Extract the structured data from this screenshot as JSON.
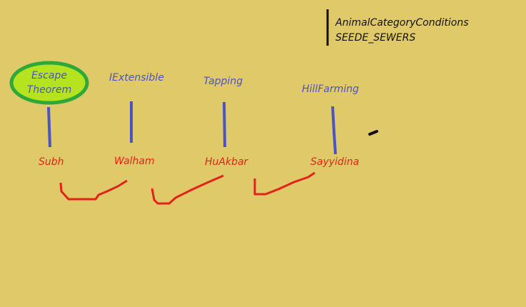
{
  "legend": {
    "line1": "AnimalCategoryConditions",
    "line2": "SEEDE_SEWERS"
  },
  "top_nodes": {
    "escape_line1": "Escape",
    "escape_line2": "Theorem",
    "iextensible": "IExtensible",
    "tapping": "Tapping",
    "hillfarming": "HillFarming"
  },
  "bottom_nodes": {
    "subh": "Subh",
    "walham": "Walham",
    "huakbar": "HuAkbar",
    "sayyidina": "Sayyidina"
  },
  "colors": {
    "background": "#e0c968",
    "blue": "#4a54c4",
    "red": "#e0241c",
    "ellipse_fill": "#b5e31f",
    "ellipse_stroke": "#2fa83a"
  }
}
